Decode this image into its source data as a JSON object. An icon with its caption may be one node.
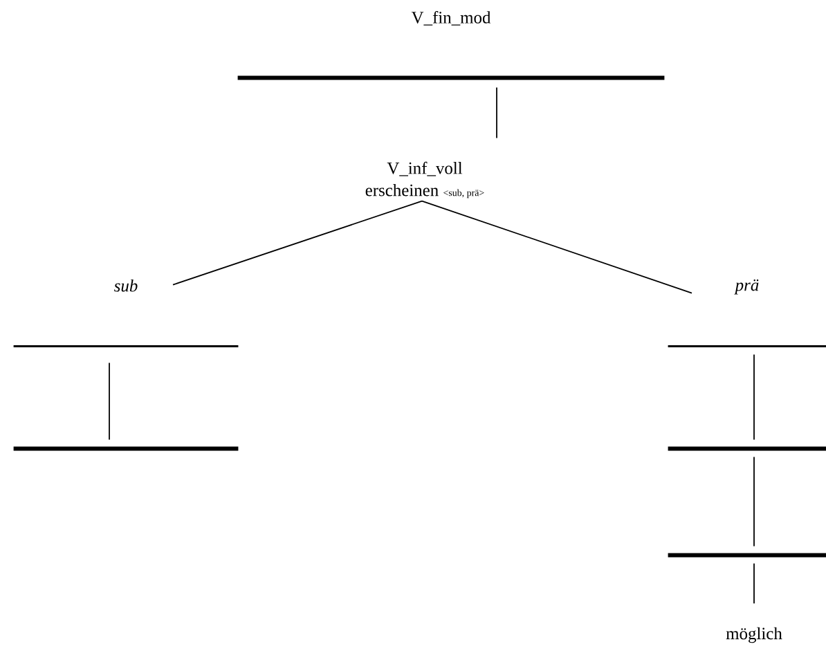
{
  "diagram": {
    "nodes": [
      {
        "text": [
          "V_fin_mod"
        ]
      },
      {
        "text": [
          "V_inf_voll",
          "erscheinen",
          "<sub, prä>"
        ]
      },
      {
        "text": [
          "sub"
        ]
      },
      {
        "text": [
          "prä"
        ]
      },
      {
        "text": [],
        "shape": "bar"
      },
      {
        "text": [],
        "shape": "bar"
      },
      {
        "text": [],
        "shape": "bar"
      },
      {
        "text": [
          "möglich"
        ]
      }
    ],
    "edges": [
      {
        "from": 0,
        "to": 1,
        "arrow": "none"
      },
      {
        "from": 1,
        "to": 2,
        "arrow": "none"
      },
      {
        "from": 1,
        "to": 3,
        "arrow": "none"
      },
      {
        "from": 2,
        "to": 4,
        "arrow": "none"
      },
      {
        "from": 3,
        "to": 5,
        "arrow": "none"
      },
      {
        "from": 5,
        "to": 6,
        "arrow": "none"
      },
      {
        "from": 6,
        "to": 7,
        "arrow": "none"
      }
    ]
  }
}
